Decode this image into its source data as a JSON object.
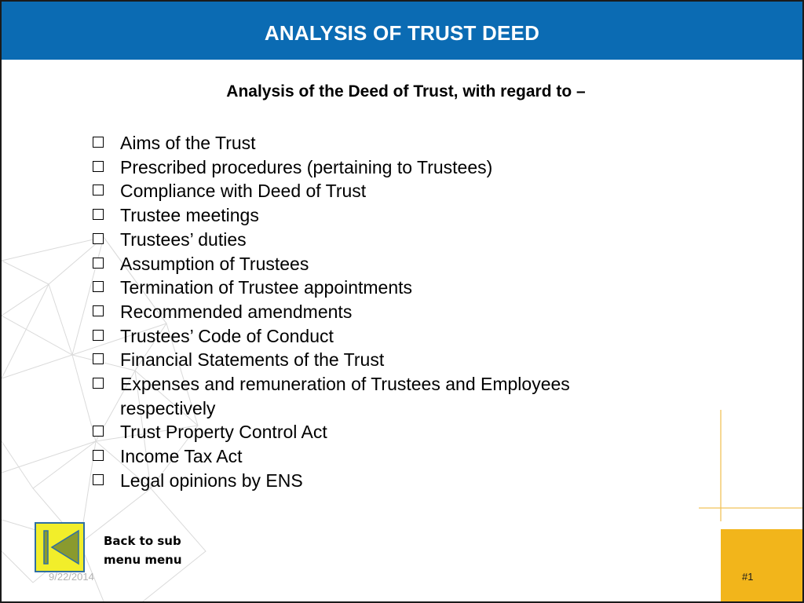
{
  "header": {
    "title": "ANALYSIS OF TRUST DEED"
  },
  "content": {
    "subtitle": "Analysis of the Deed of Trust, with regard to –",
    "items": [
      "Aims of the Trust",
      "Prescribed procedures (pertaining to Trustees)",
      "Compliance with Deed of Trust",
      "Trustee meetings",
      "Trustees’ duties",
      "Assumption of Trustees",
      "Termination of Trustee appointments",
      "Recommended amendments",
      "Trustees’ Code of Conduct",
      "Financial Statements of the Trust",
      "Expenses and remuneration of Trustees and Employees respectively",
      "Trust Property Control Act",
      "Income Tax Act",
      "Legal opinions by ENS"
    ]
  },
  "footer": {
    "back_label": "Back to sub menu menu",
    "date": "9/22/2014",
    "page_number": "#1"
  },
  "colors": {
    "header_blue": "#0b6bb3",
    "accent_gold": "#f2b51b",
    "button_yellow": "#f2ee2a",
    "button_arrow_green": "#8a9a2e"
  },
  "icons": {
    "bullet": "checkbox-bullet-icon",
    "back": "back-arrow-icon"
  }
}
